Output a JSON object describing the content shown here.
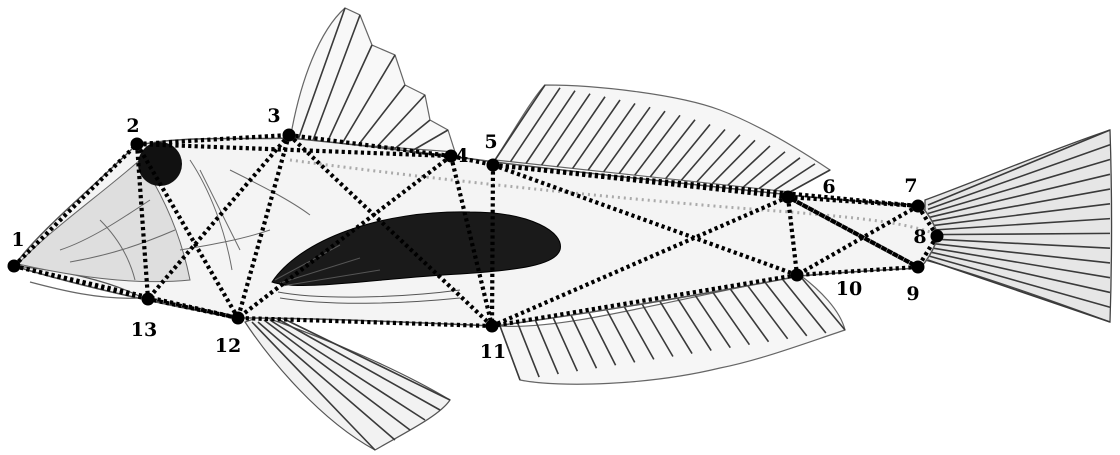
{
  "landmarks": [
    {
      "id": "lm-1",
      "label": "1"
    },
    {
      "id": "lm-2",
      "label": "2"
    },
    {
      "id": "lm-3",
      "label": "3"
    },
    {
      "id": "lm-4",
      "label": "4"
    },
    {
      "id": "lm-5",
      "label": "5"
    },
    {
      "id": "lm-6",
      "label": "6"
    },
    {
      "id": "lm-7",
      "label": "7"
    },
    {
      "id": "lm-8",
      "label": "8"
    },
    {
      "id": "lm-9",
      "label": "9"
    },
    {
      "id": "lm-10",
      "label": "10"
    },
    {
      "id": "lm-11",
      "label": "11"
    },
    {
      "id": "lm-12",
      "label": "12"
    },
    {
      "id": "lm-13",
      "label": "13"
    }
  ],
  "truss_links": [
    [
      1,
      2
    ],
    [
      1,
      13
    ],
    [
      1,
      12
    ],
    [
      2,
      3
    ],
    [
      2,
      13
    ],
    [
      2,
      12
    ],
    [
      3,
      4
    ],
    [
      3,
      13
    ],
    [
      3,
      12
    ],
    [
      3,
      11
    ],
    [
      4,
      5
    ],
    [
      4,
      12
    ],
    [
      4,
      11
    ],
    [
      5,
      6
    ],
    [
      5,
      11
    ],
    [
      5,
      10
    ],
    [
      6,
      7
    ],
    [
      6,
      10
    ],
    [
      6,
      11
    ],
    [
      6,
      9
    ],
    [
      7,
      8
    ],
    [
      7,
      10
    ],
    [
      8,
      9
    ],
    [
      9,
      10
    ],
    [
      10,
      11
    ],
    [
      11,
      12
    ],
    [
      12,
      13
    ],
    [
      2,
      4
    ],
    [
      5,
      7
    ],
    [
      9,
      6
    ]
  ],
  "colors": {
    "marks": "#000000",
    "body_fill": "#f4f4f4",
    "outline": "#555555"
  }
}
